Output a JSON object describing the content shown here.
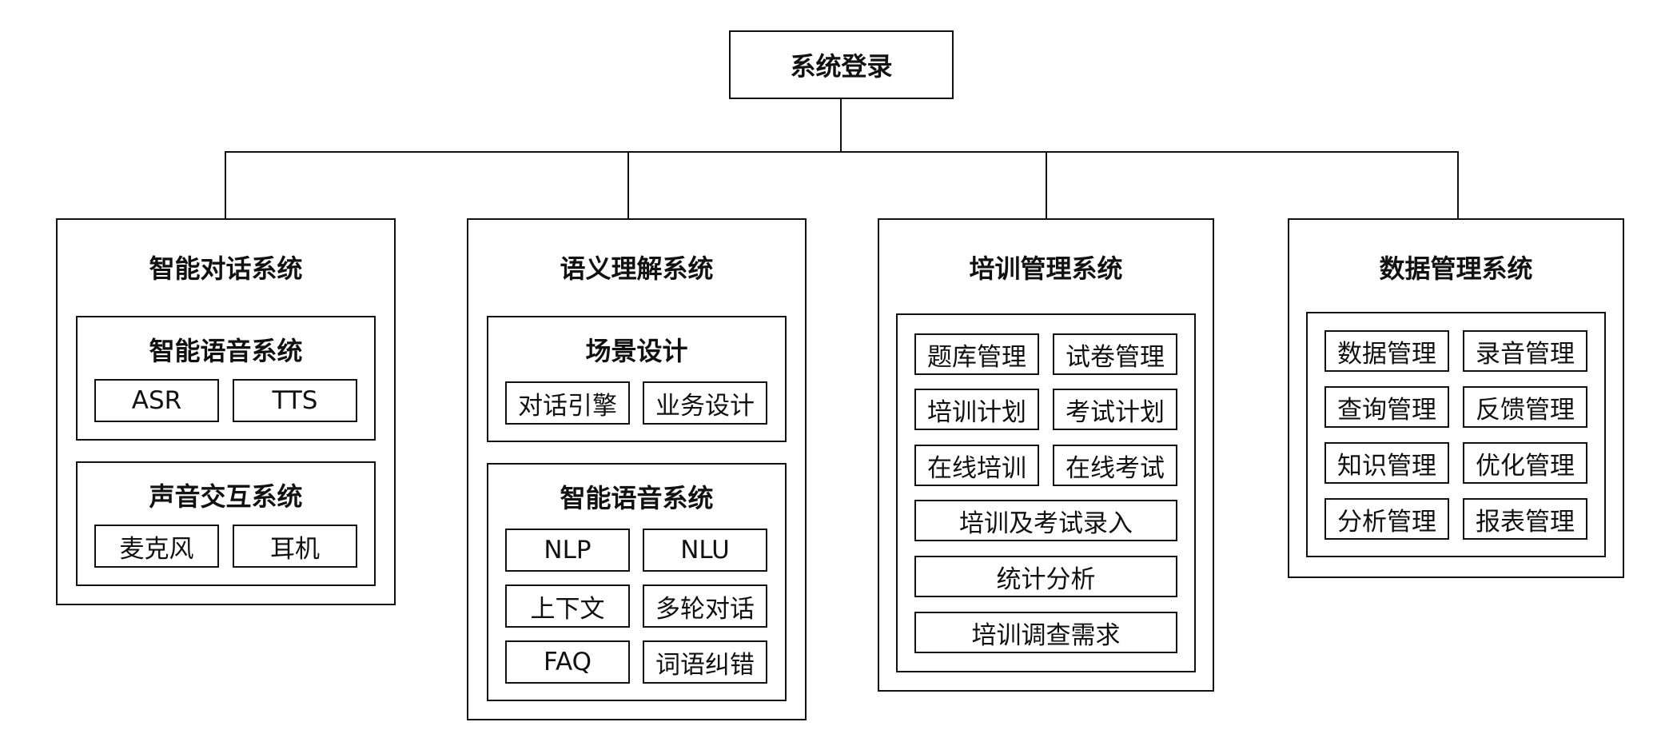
{
  "root": {
    "label": "系统登录"
  },
  "columns": [
    {
      "title": "智能对话系统",
      "sections": [
        {
          "title": "智能语音系统",
          "items": [
            "ASR",
            "TTS"
          ]
        },
        {
          "title": "声音交互系统",
          "items": [
            "麦克风",
            "耳机"
          ]
        }
      ]
    },
    {
      "title": "语义理解系统",
      "sections": [
        {
          "title": "场景设计",
          "items": [
            "对话引擎",
            "业务设计"
          ]
        },
        {
          "title": "智能语音系统",
          "items": [
            "NLP",
            "NLU",
            "上下文",
            "多轮对话",
            "FAQ",
            "词语纠错"
          ]
        }
      ]
    },
    {
      "title": "培训管理系统",
      "items": [
        "题库管理",
        "试卷管理",
        "培训计划",
        "考试计划",
        "在线培训",
        "在线考试"
      ],
      "wide_items": [
        "培训及考试录入",
        "统计分析",
        "培训调查需求"
      ]
    },
    {
      "title": "数据管理系统",
      "items": [
        "数据管理",
        "录音管理",
        "查询管理",
        "反馈管理",
        "知识管理",
        "优化管理",
        "分析管理",
        "报表管理"
      ]
    }
  ]
}
